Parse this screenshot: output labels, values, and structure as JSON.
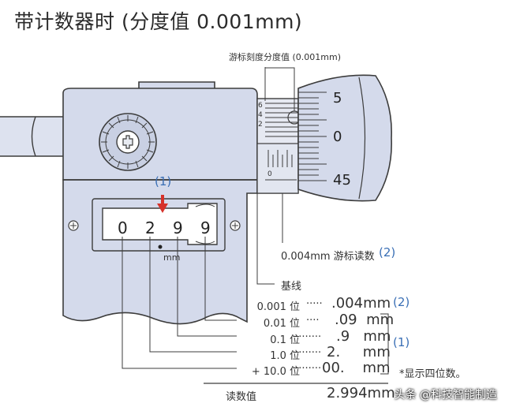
{
  "title": "带计数器时 (分度值 0.001mm)",
  "vernier_callout": "游标刻度分度值 (0.001mm)",
  "vernier_numbers": [
    "6",
    "4",
    "2",
    "0"
  ],
  "thimble_numbers": [
    "5",
    "0",
    "45"
  ],
  "marker_label": "(1)",
  "counter_digits": [
    "0",
    "2",
    "9",
    "9"
  ],
  "counter_unit": "mm",
  "vernier_reading_label": "0.004mm 游标读数",
  "vernier_reading_marker": "(2)",
  "baseline_label": "基线",
  "rows": [
    {
      "place": "0.001 位",
      "dots": "·····",
      "value": ".004mm",
      "marker": "(2)"
    },
    {
      "place": "0.01 位",
      "dots": "····",
      "value": ".09  mm",
      "marker": ""
    },
    {
      "place": "0.1 位",
      "dots": "·········",
      "value": ".9   mm",
      "marker": "(1)"
    },
    {
      "place": "1.0 位",
      "dots": "·········",
      "value": "2.     mm",
      "marker": ""
    },
    {
      "place": "+ 10.0 位",
      "dots": "·········",
      "value": "00.    mm",
      "marker": ""
    }
  ],
  "note": "*显示四位数。",
  "total_label": "读数值",
  "total_value": "2.994mm",
  "watermark": "头条 @科技智能制造",
  "colors": {
    "body": "#d4daeb",
    "outline": "#3c3c3c",
    "accent_red": "#d6322a",
    "accent_blue": "#3a6fb5"
  }
}
